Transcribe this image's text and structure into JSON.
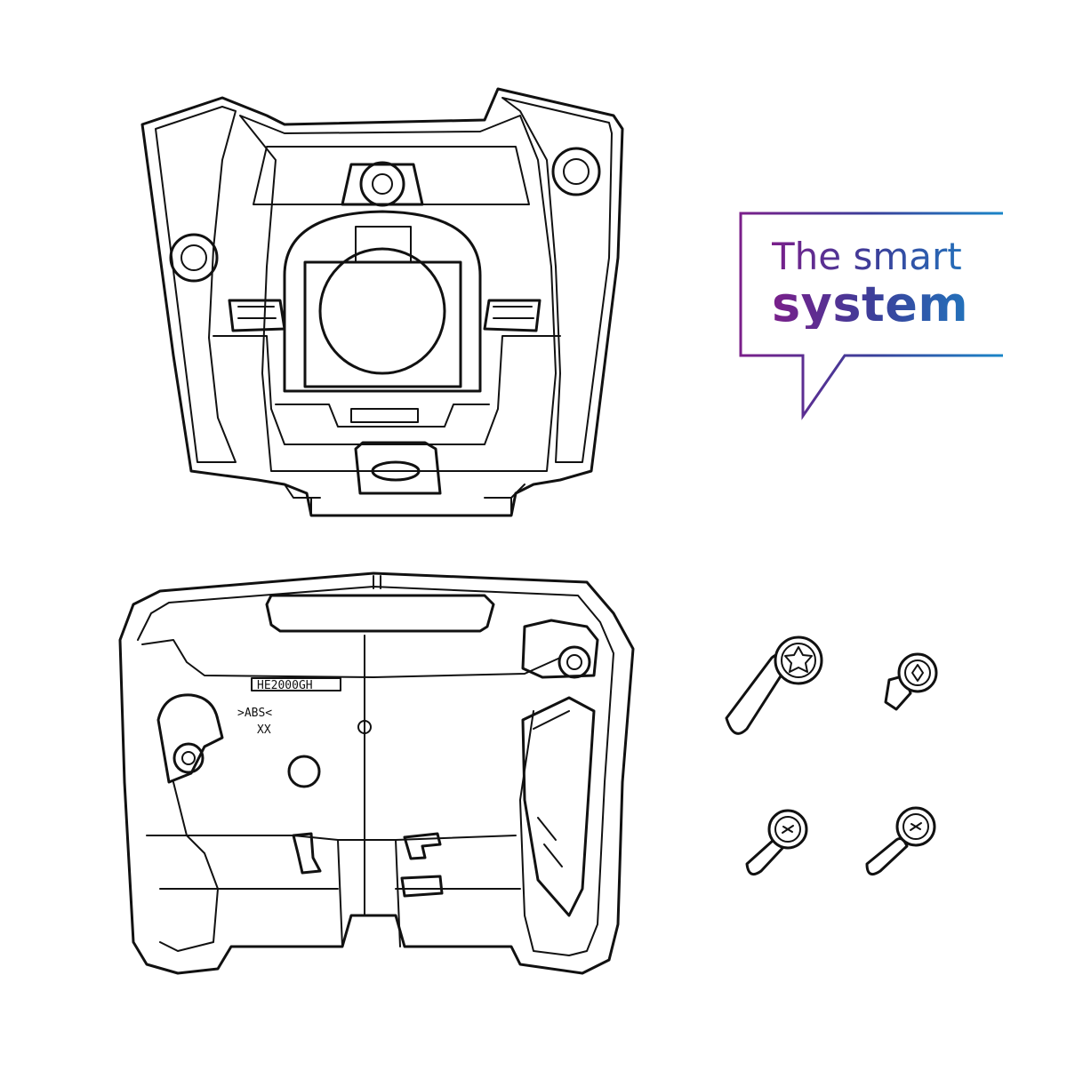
{
  "badge": {
    "line1": "The smart",
    "line2": "system",
    "gradient_start": "#7a1f8a",
    "gradient_mid": "#3a3f9a",
    "gradient_end": "#1a86c8"
  },
  "part_markings": {
    "code": "HE2000GH",
    "material": ">ABS<",
    "variant": "XX"
  },
  "screws": {
    "count": 4
  }
}
